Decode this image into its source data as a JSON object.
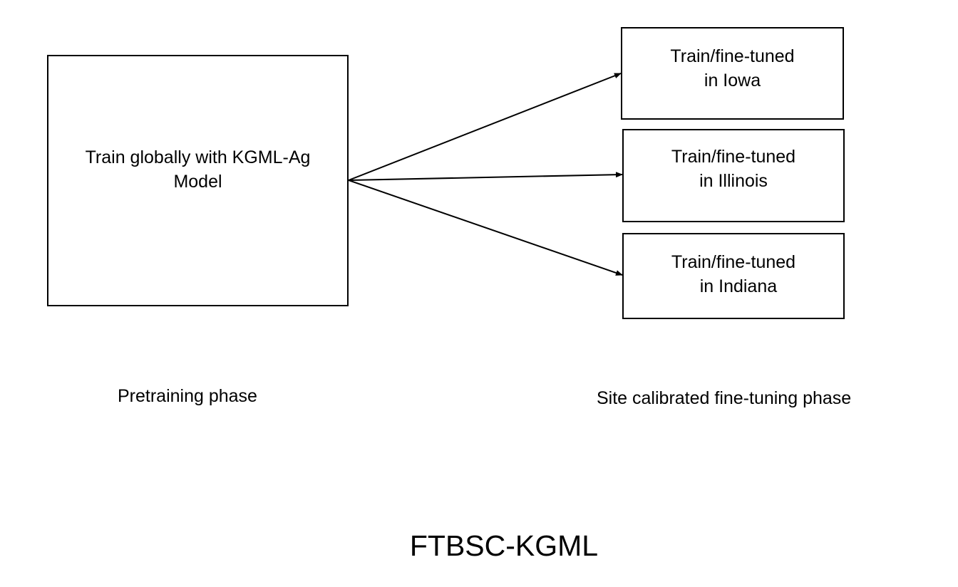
{
  "diagram": {
    "title": "FTBSC-KGML",
    "global_box": {
      "line1": "Train globally with KGML-Ag",
      "line2": "Model"
    },
    "site_boxes": [
      {
        "line1": "Train/fine-tuned",
        "line2": "in Iowa"
      },
      {
        "line1": "Train/fine-tuned",
        "line2": "in Illinois"
      },
      {
        "line1": "Train/fine-tuned",
        "line2": "  in Indiana"
      }
    ],
    "phases": {
      "pretraining": "Pretraining phase",
      "finetuning": "Site calibrated fine-tuning phase"
    },
    "colors": {
      "stroke": "#000000",
      "background": "#ffffff",
      "text": "#000000"
    }
  }
}
